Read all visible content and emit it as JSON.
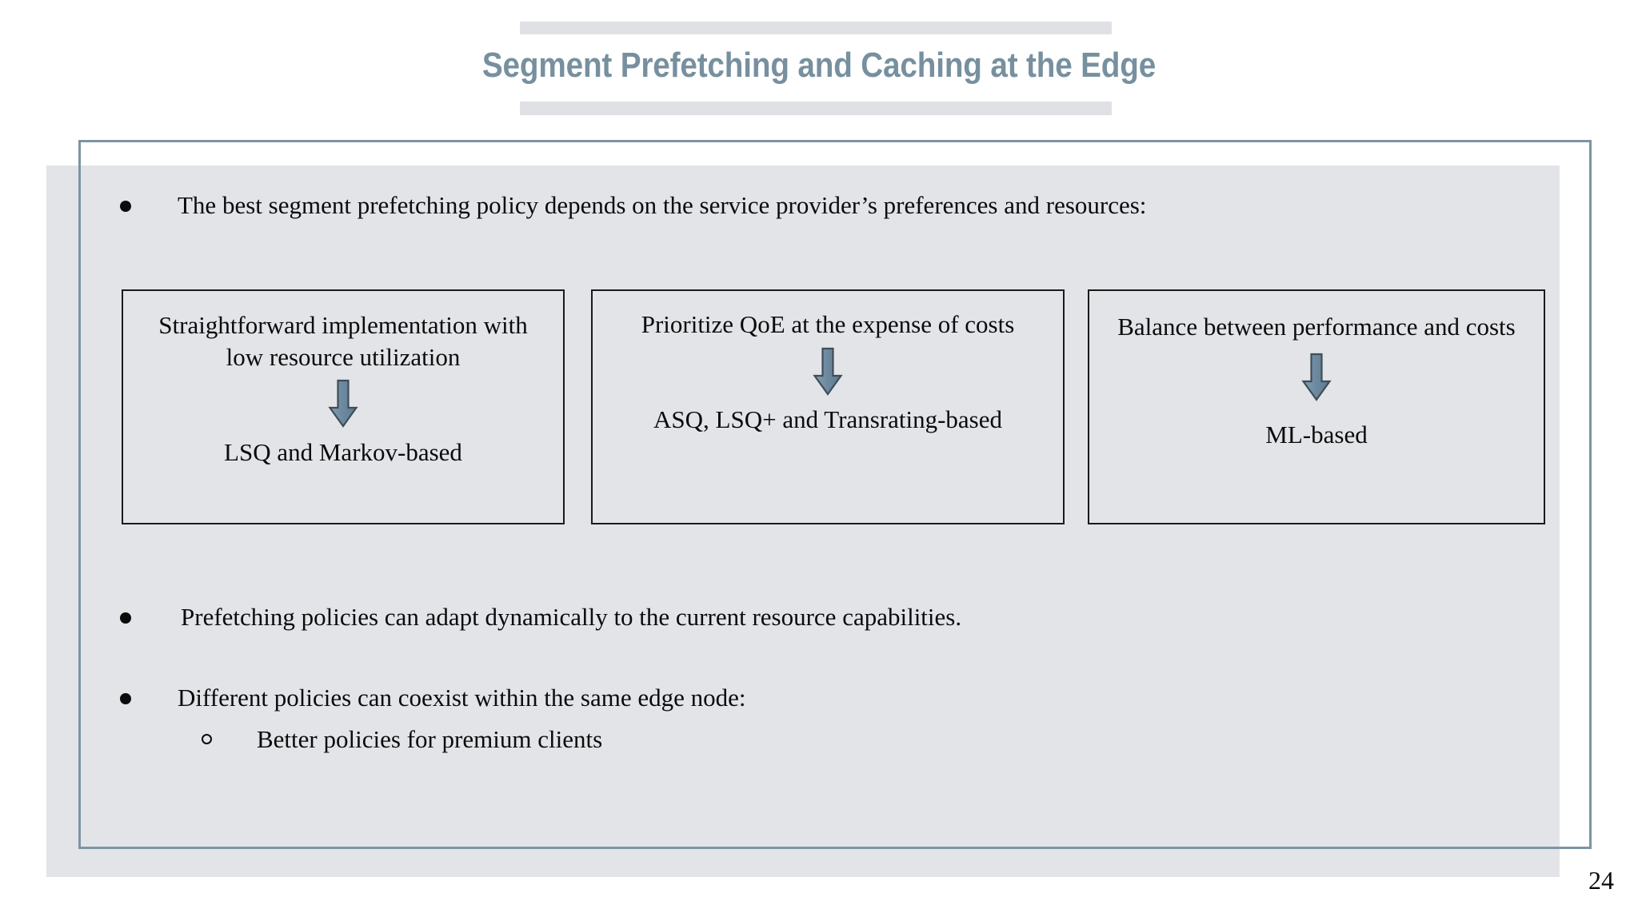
{
  "slide": {
    "title": "Segment Prefetching and Caching at the Edge",
    "page_number": "24",
    "colors": {
      "title_text": "#77909f",
      "title_bar": "#dfe1e5",
      "panel_background": "#e2e4e8",
      "frame_border": "#7b95a3",
      "box_border": "#1a1a1a",
      "arrow_fill": "#6d8aa0",
      "arrow_stroke": "#3f4d56",
      "body_text": "#0b0b0b",
      "slide_background": "#ffffff"
    }
  },
  "bullets": [
    {
      "level": 1,
      "marker": "filled-disc",
      "text": "The best segment prefetching policy depends on the service provider’s preferences and resources:"
    },
    {
      "level": 1,
      "marker": "filled-disc",
      "text": "Prefetching policies can adapt dynamically to the current resource capabilities."
    },
    {
      "level": 1,
      "marker": "filled-disc",
      "text": "Different policies can coexist within the same edge node:"
    },
    {
      "level": 2,
      "marker": "hollow-circle",
      "text": "Better policies for premium clients"
    }
  ],
  "policy_boxes": [
    {
      "criterion": "Straightforward implementation with low resource utilization",
      "arrow_icon": "down-arrow-icon",
      "result": "LSQ and Markov-based"
    },
    {
      "criterion": "Prioritize QoE at the expense of costs",
      "arrow_icon": "down-arrow-icon",
      "result": "ASQ, LSQ+ and Transrating-based"
    },
    {
      "criterion": "Balance between performance and costs",
      "arrow_icon": "down-arrow-icon",
      "result": "ML-based"
    }
  ]
}
